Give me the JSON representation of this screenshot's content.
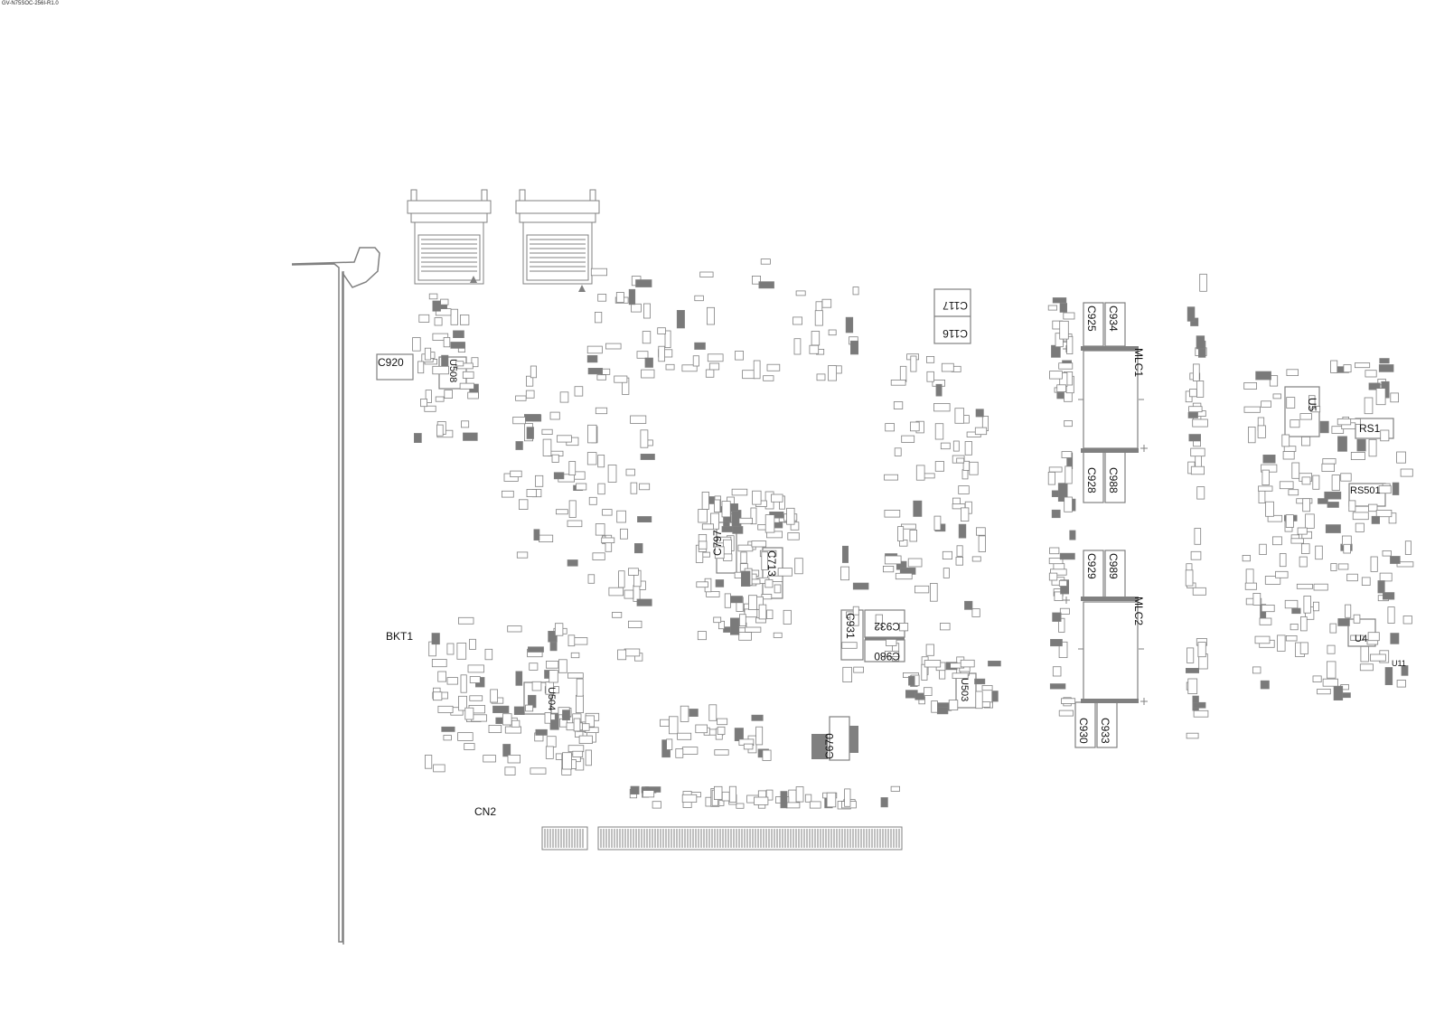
{
  "file_label": "GV-N75SOC-256I-R1.0",
  "pads": {
    "outline": "#808080",
    "fill": "#7a7a7a",
    "bg": "#ffffff"
  },
  "labels": {
    "bkt1": "BKT1",
    "cn2": "CN2",
    "c920": "C920",
    "u508": "U508",
    "c117": "C117",
    "c116": "C116",
    "c925": "C925",
    "c934": "C934",
    "mlc1": "MLC1",
    "c928": "C928",
    "c988": "C988",
    "c929": "C929",
    "c989": "C989",
    "mlc2": "MLC2",
    "c930": "C930",
    "c933": "C933",
    "c931": "C931",
    "c932": "C932",
    "c980": "C980",
    "c797": "C797",
    "c713": "C713",
    "c670": "C670",
    "u504": "U504",
    "u503": "U503",
    "u5": "U5",
    "rs1": "RS1",
    "rs501": "RS501",
    "u4": "U4",
    "u11": "U11"
  }
}
